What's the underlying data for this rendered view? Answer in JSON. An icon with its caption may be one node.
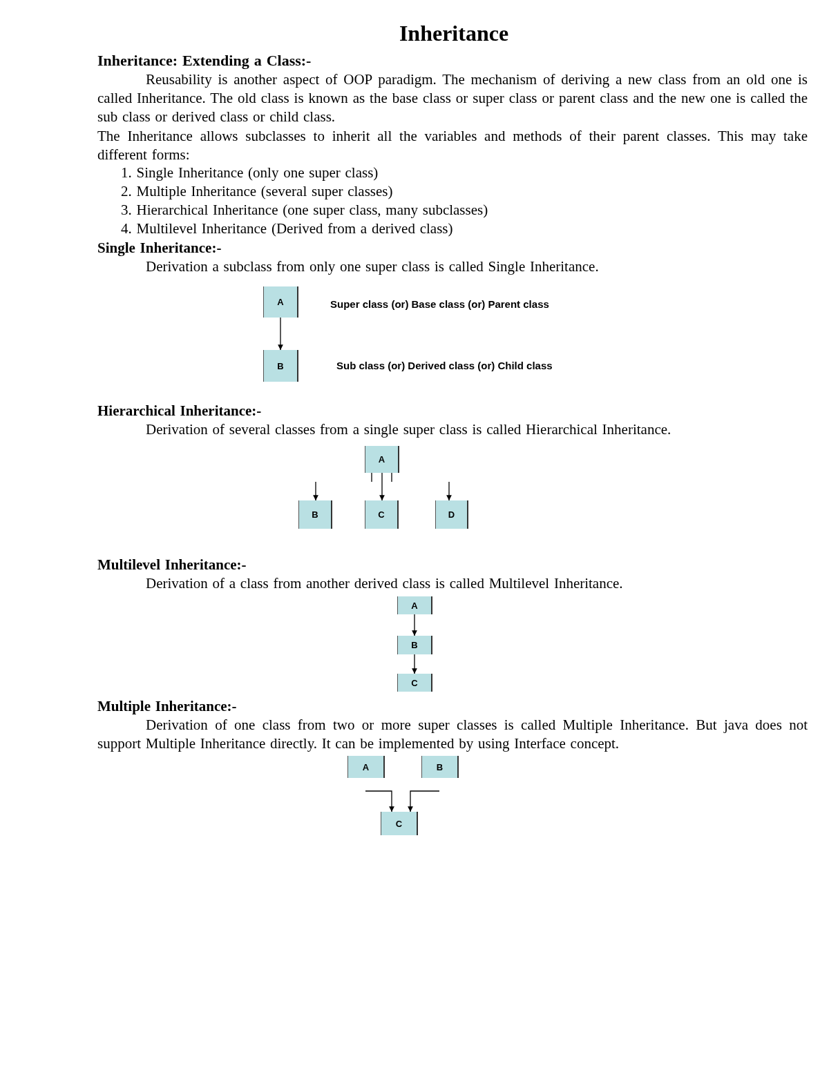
{
  "diagram": {
    "title": "Inheritance",
    "nodes": [
      {
        "text": [
          "A"
        ],
        "beside": [
          "Super class (or) Base class (or) Parent class"
        ]
      },
      {
        "text": [
          "B"
        ],
        "beside": [
          "Sub class (or) Derived class (or) Child class"
        ]
      },
      {
        "text": [
          "A"
        ]
      },
      {
        "text": [
          "B"
        ]
      },
      {
        "text": [
          "C"
        ]
      },
      {
        "text": [
          "D"
        ]
      },
      {
        "text": [
          "A"
        ]
      },
      {
        "text": [
          "B"
        ]
      },
      {
        "text": [
          "C"
        ]
      },
      {
        "text": [
          "A"
        ]
      },
      {
        "text": [
          "B"
        ]
      },
      {
        "text": [
          "C"
        ]
      }
    ],
    "edges": [
      {
        "from": 0,
        "to": 1,
        "arrow": "to"
      },
      {
        "from": 2,
        "to": 4,
        "arrow": "to"
      },
      {
        "from": 2,
        "to": null,
        "arrow": "none"
      },
      {
        "from": 2,
        "to": null,
        "arrow": "none"
      },
      {
        "from": null,
        "to": 3,
        "arrow": "to"
      },
      {
        "from": null,
        "to": 5,
        "arrow": "to"
      },
      {
        "from": 6,
        "to": 7,
        "arrow": "to"
      },
      {
        "from": 7,
        "to": 8,
        "arrow": "to"
      },
      {
        "from": null,
        "to": 11,
        "arrow": "to"
      },
      {
        "from": null,
        "to": 11,
        "arrow": "to"
      }
    ],
    "labels": [
      "Inheritance: Extending a Class:-",
      "Reusability is another aspect of OOP paradigm. The mechanism of deriving a new class from an old one is called Inheritance. The old class is known as the base class or super class or parent class and the new one is called the sub class or derived class or child class.",
      "The Inheritance allows subclasses to inherit all the variables and methods of their parent classes. This may take different forms:",
      "1. Single Inheritance (only one super class)",
      "2. Multiple Inheritance (several super classes)",
      "3. Hierarchical Inheritance (one super class, many subclasses)",
      "4. Multilevel Inheritance (Derived from a derived class)",
      "Single Inheritance:-",
      "Derivation a subclass from only one super class is called Single Inheritance.",
      "Hierarchical Inheritance:-",
      "Derivation of several classes from a single super class is called Hierarchical Inheritance.",
      "Multilevel Inheritance:-",
      "Derivation of a class from another derived class is called Multilevel Inheritance.",
      "Multiple Inheritance:-",
      "Derivation of one class from two or more super classes is called Multiple Inheritance. But java does not support Multiple Inheritance directly. It can be implemented by using Interface concept."
    ]
  }
}
